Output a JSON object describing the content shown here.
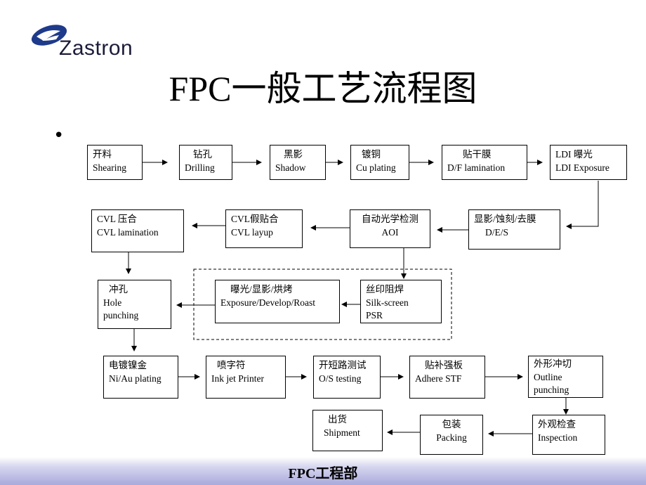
{
  "logo": {
    "text": "Zastron"
  },
  "title": "FPC一般工艺流程图",
  "bullet": "•",
  "footer": "FPC工程部",
  "steps": {
    "s1": {
      "zh": "开料",
      "en": "Shearing"
    },
    "s2": {
      "zh": "钻孔",
      "en": "Drilling"
    },
    "s3": {
      "zh": "黑影",
      "en": "Shadow"
    },
    "s4": {
      "zh": "镀铜",
      "en": "Cu plating"
    },
    "s5": {
      "zh": "贴干膜",
      "en": "D/F lamination"
    },
    "s6": {
      "zh": "LDI 曝光",
      "en": "LDI Exposure"
    },
    "s7": {
      "zh": "显影/蚀刻/去膜",
      "en": "D/E/S"
    },
    "s8": {
      "zh": "自动光学检测",
      "en": "AOI"
    },
    "s9": {
      "zh": "CVL假贴合",
      "en": "CVL layup"
    },
    "s10": {
      "zh": "CVL 压合",
      "en": "CVL lamination"
    },
    "s11": {
      "zh": "丝印阻焊",
      "en": "Silk-screen",
      "en2": "PSR"
    },
    "s12": {
      "zh": "曝光/显影/烘烤",
      "en": "Exposure/Develop/Roast"
    },
    "s13": {
      "zh": "冲孔",
      "en": "Hole",
      "en2": "punching"
    },
    "s14": {
      "zh": "电镀镍金",
      "en": "Ni/Au plating"
    },
    "s15": {
      "zh": "喷字符",
      "en": "Ink jet Printer"
    },
    "s16": {
      "zh": "开短路测试",
      "en": "O/S testing"
    },
    "s17": {
      "zh": "贴补强板",
      "en": "Adhere  STF"
    },
    "s18": {
      "zh": "外形冲切",
      "en": "Outline",
      "en2": "punching"
    },
    "s19": {
      "zh": "外观检查",
      "en": "Inspection"
    },
    "s20": {
      "zh": "包装",
      "en": "Packing"
    },
    "s21": {
      "zh": "出货",
      "en": "Shipment"
    }
  },
  "colors": {
    "logo_blue": "#1e3a8a",
    "logo_text": "#1b1b3a",
    "footer_band": "#a9a9dc"
  }
}
